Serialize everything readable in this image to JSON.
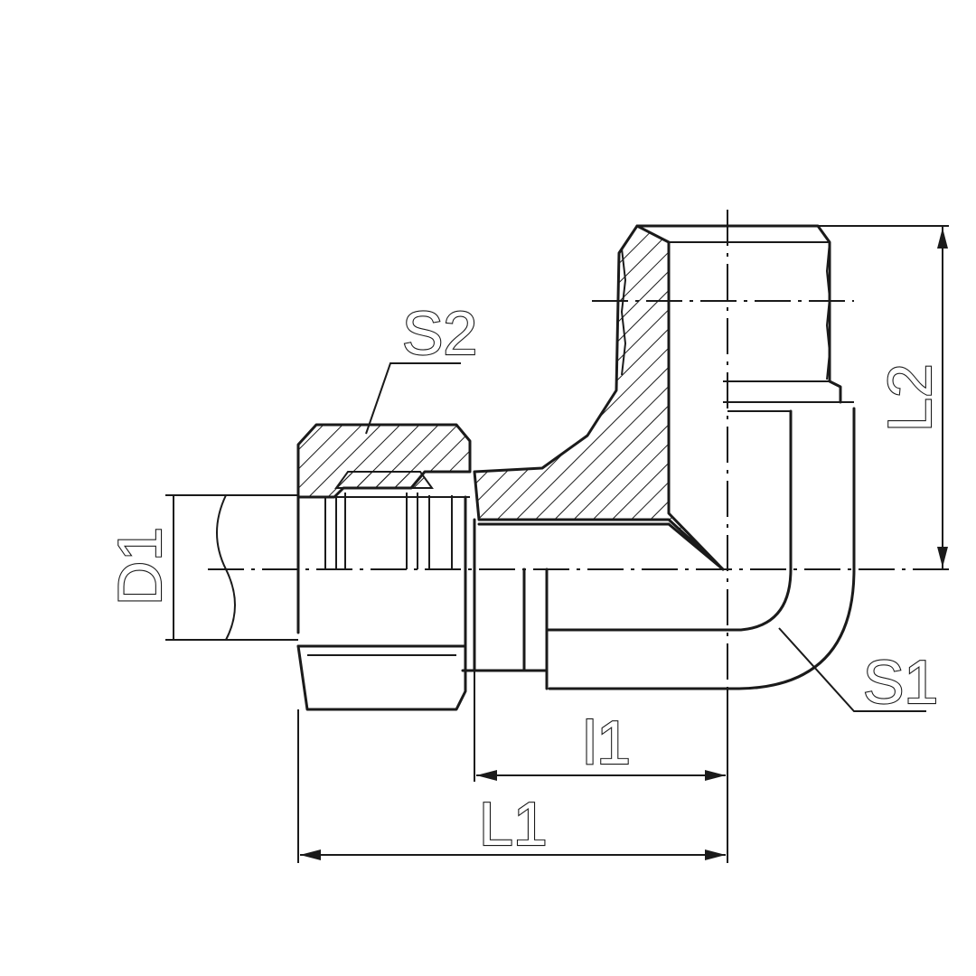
{
  "labels": {
    "s2": "S2",
    "s1": "S1",
    "d1": "D1",
    "l2": "L2",
    "l1_small": "l1",
    "l1_big": "L1"
  }
}
